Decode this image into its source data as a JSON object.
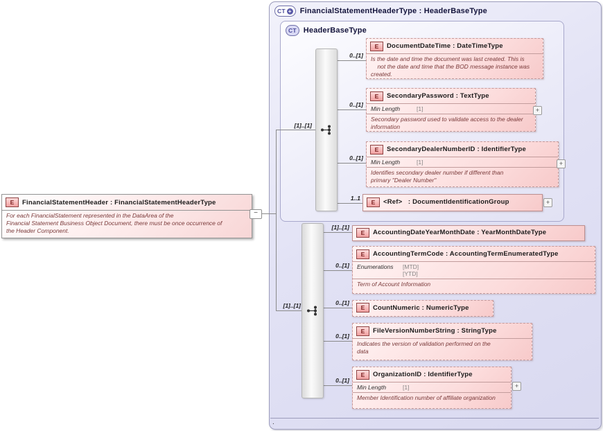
{
  "icons": {
    "element_badge": "E",
    "complex_type_badge": "CT",
    "plus_expander": "+",
    "collapse_toggle": "−"
  },
  "left_element": {
    "title": "FinancialStatementHeader : FinancialStatementHeaderType",
    "doc": "For each FinancialStatement represented in the DataArea of the\nFinancial Statement Business Object Document, there must be once occurrence of\nthe Header Component."
  },
  "outer_container": {
    "title": "FinancialStatementHeaderType : HeaderBaseType",
    "footer_text": "."
  },
  "inner_container": {
    "title": "HeaderBaseType"
  },
  "base_sequence": {
    "cardinality": "[1]..[1]"
  },
  "ext_sequence": {
    "cardinality": "[1]..[1]"
  },
  "base_elements": [
    {
      "title": "DocumentDateTime : DateTimeType",
      "cardinality": "0..[1]",
      "doc": "Is the date and time the document was last created. This is\n    not the date and time that the BOD message instance was\ncreated."
    },
    {
      "title": "SecondaryPassword : TextType",
      "cardinality": "0..[1]",
      "facet_label": "Min Length",
      "facet_value": "[1]",
      "doc": "Secondary password used to validate access to the dealer\ninformation"
    },
    {
      "title": "SecondaryDealerNumberID : IdentifierType",
      "cardinality": "0..[1]",
      "facet_label": "Min Length",
      "facet_value": "[1]",
      "doc": "Identifies secondary dealer number if different than\nprimary \"Dealer Number\""
    },
    {
      "title": "<Ref>   : DocumentIdentificationGroup",
      "cardinality": "1..1"
    }
  ],
  "ext_elements": [
    {
      "title": "AccountingDateYearMonthDate : YearMonthDateType",
      "cardinality": "[1]..[1]"
    },
    {
      "title": "AccountingTermCode : AccountingTermEnumeratedType",
      "cardinality": "0..[1]",
      "facet_label": "Enumerations",
      "facet_value": "[MTD]\n[YTD]",
      "doc": "Term of Account Information"
    },
    {
      "title": "CountNumeric : NumericType",
      "cardinality": "0..[1]"
    },
    {
      "title": "FileVersionNumberString : StringType",
      "cardinality": "0..[1]",
      "doc": "Indicates the version of validation performed on the\ndata"
    },
    {
      "title": "OrganizationID : IdentifierType",
      "cardinality": "0..[1]",
      "facet_label": "Min Length",
      "facet_value": "[1]",
      "doc": "Member Identification number of affiliate organization"
    }
  ]
}
